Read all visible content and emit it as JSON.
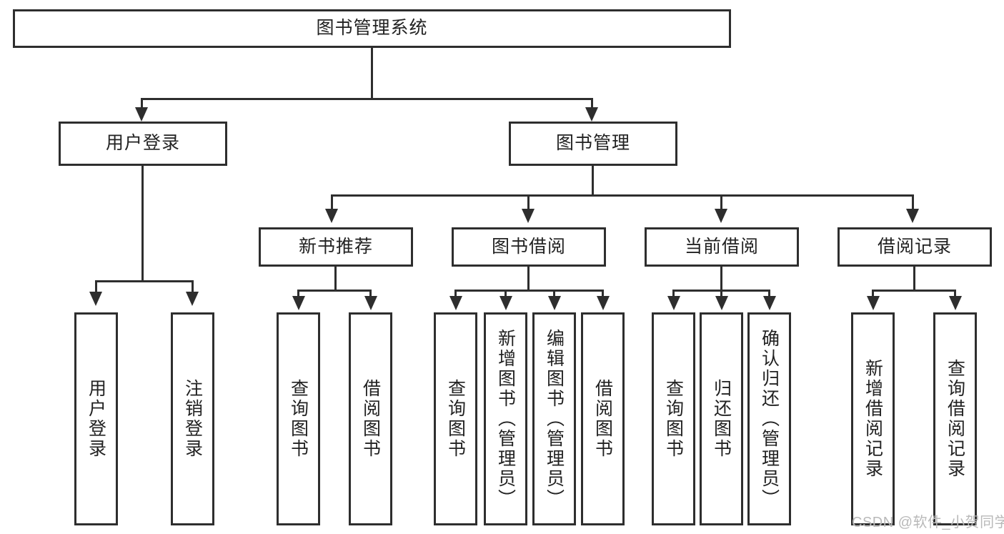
{
  "diagram": {
    "title": "图书管理系统",
    "type": "hierarchy-tree",
    "root": {
      "label": "图书管理系统"
    },
    "level2": [
      {
        "label": "用户登录"
      },
      {
        "label": "图书管理"
      }
    ],
    "level3": [
      {
        "label": "新书推荐"
      },
      {
        "label": "图书借阅"
      },
      {
        "label": "当前借阅"
      },
      {
        "label": "借阅记录"
      }
    ],
    "leaves": {
      "user_login": [
        {
          "label": "用户登录"
        },
        {
          "label": "注销登录"
        }
      ],
      "new_book_recommend": [
        {
          "label": "查询图书"
        },
        {
          "label": "借阅图书"
        }
      ],
      "book_borrow": [
        {
          "label": "查询图书"
        },
        {
          "label": "新增图书（管理员）"
        },
        {
          "label": "编辑图书（管理员）"
        },
        {
          "label": "借阅图书"
        }
      ],
      "current_borrow": [
        {
          "label": "查询图书"
        },
        {
          "label": "归还图书"
        },
        {
          "label": "确认归还（管理员）"
        }
      ],
      "borrow_record": [
        {
          "label": "新增借阅记录"
        },
        {
          "label": "查询借阅记录"
        }
      ]
    }
  },
  "watermark": {
    "text": "CSDN @软件_小贺同学"
  },
  "colors": {
    "stroke": "#2e2e2e",
    "fill": "#ffffff",
    "text": "#222222",
    "watermark": "#b9b9b9"
  }
}
